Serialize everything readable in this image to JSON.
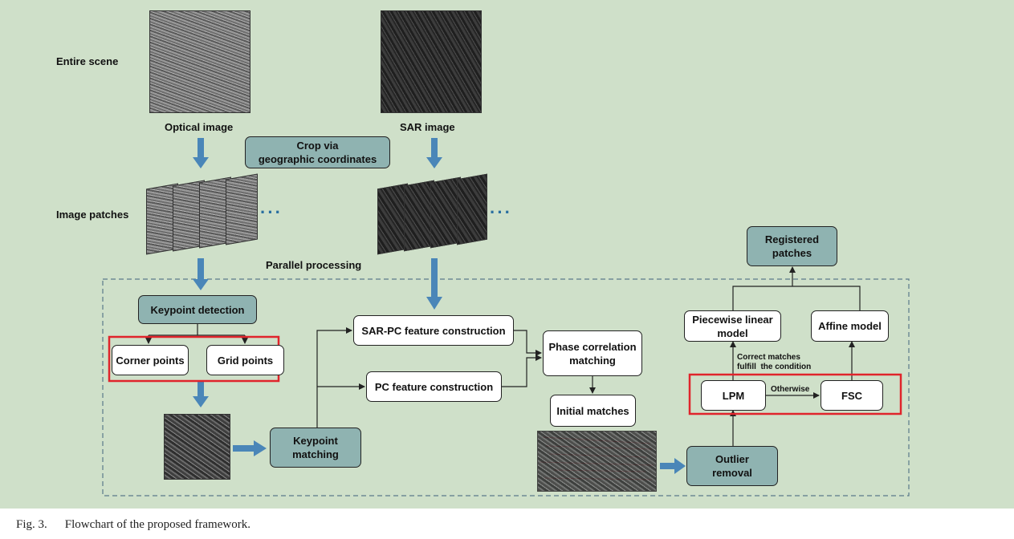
{
  "labels": {
    "entire_scene": "Entire scene",
    "optical_image": "Optical image",
    "sar_image": "SAR image",
    "image_patches": "Image patches",
    "parallel_processing": "Parallel processing",
    "ellipsis_left": "···",
    "ellipsis_right": "···",
    "correct_matches": "Correct matches\nfulfill  the condition",
    "otherwise": "Otherwise"
  },
  "boxes": {
    "crop": "Crop via\ngeographic coordinates",
    "keypoint_detection": "Keypoint detection",
    "corner_points": "Corner points",
    "grid_points": "Grid points",
    "keypoint_matching": "Keypoint\nmatching",
    "sar_pc": "SAR-PC feature construction",
    "pc": "PC feature construction",
    "phase_corr": "Phase correlation\nmatching",
    "initial_matches": "Initial matches",
    "outlier_removal": "Outlier\nremoval",
    "lpm": "LPM",
    "fsc": "FSC",
    "piecewise": "Piecewise linear\nmodel",
    "affine": "Affine model",
    "registered": "Registered\npatches"
  },
  "caption": {
    "number": "Fig. 3.",
    "text": "Flowchart of the proposed framework."
  },
  "colors": {
    "background": "#cfe0c9",
    "box_teal": "#8fb3b1",
    "arrow_blue": "#4a86b8",
    "highlight_red": "#e0242b",
    "dashed_border": "#5a7a8a"
  },
  "icons": [
    "flow-arrow-icon",
    "satellite-thumbnail"
  ]
}
